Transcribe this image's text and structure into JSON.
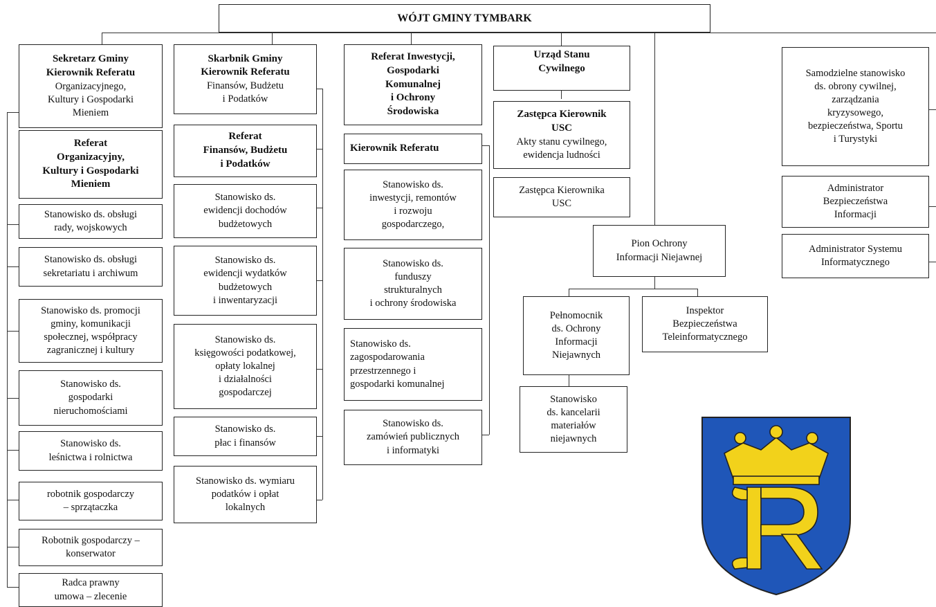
{
  "title": "WÓJT GMINY TYMBARK",
  "col1": {
    "head": {
      "l1": "Sekretarz Gminy",
      "l2": "Kierownik Referatu",
      "l3": "Organizacyjnego,",
      "l4": "Kultury i Gospodarki",
      "l5": "Mieniem"
    },
    "referat": {
      "l1": "Referat",
      "l2": "Organizacyjny,",
      "l3": "Kultury i Gospodarki",
      "l4": "Mieniem"
    },
    "items": [
      [
        "Stanowisko ds. obsługi",
        "rady, wojskowych"
      ],
      [
        "Stanowisko ds. obsługi",
        "sekretariatu i archiwum"
      ],
      [
        "Stanowisko ds. promocji",
        "gminy, komunikacji",
        "społecznej, współpracy",
        "zagranicznej i kultury"
      ],
      [
        "Stanowisko ds.",
        "gospodarki",
        "nieruchomościami"
      ],
      [
        "Stanowisko ds.",
        "leśnictwa i rolnictwa"
      ],
      [
        "robotnik gospodarczy",
        "– sprzątaczka"
      ],
      [
        "Robotnik gospodarczy –",
        "konserwator"
      ],
      [
        "Radca prawny",
        "umowa – zlecenie"
      ]
    ]
  },
  "col2": {
    "head": {
      "l1": "Skarbnik Gminy",
      "l2": "Kierownik Referatu",
      "l3": "Finansów, Budżetu",
      "l4": "i Podatków"
    },
    "referat": {
      "l1": "Referat",
      "l2": "Finansów, Budżetu",
      "l3": "i Podatków"
    },
    "items": [
      [
        "Stanowisko ds.",
        "ewidencji dochodów",
        "budżetowych"
      ],
      [
        "Stanowisko ds.",
        "ewidencji wydatków",
        "budżetowych",
        "i inwentaryzacji"
      ],
      [
        "Stanowisko ds.",
        "księgowości podatkowej,",
        "opłaty lokalnej",
        "i działalności",
        "gospodarczej"
      ],
      [
        "Stanowisko ds.",
        "płac i finansów"
      ],
      [
        "Stanowisko ds. wymiaru",
        "podatków i  opłat",
        "lokalnych"
      ]
    ]
  },
  "col3": {
    "head": {
      "l1": "Referat Inwestycji,",
      "l2": "Gospodarki",
      "l3": "Komunalnej",
      "l4": "i Ochrony",
      "l5": "Środowiska"
    },
    "kier": "Kierownik Referatu",
    "items": [
      [
        "Stanowisko ds.",
        "inwestycji, remontów",
        "i rozwoju",
        "gospodarczego,"
      ],
      [
        "Stanowisko ds.",
        "funduszy",
        "strukturalnych",
        "i ochrony środowiska"
      ],
      [
        "Stanowisko ds.",
        "zagospodarowania",
        "przestrzennego i",
        "gospodarki komunalnej"
      ],
      [
        "Stanowisko ds.",
        "zamówień publicznych",
        "i informatyki"
      ]
    ]
  },
  "col4": {
    "head": {
      "l1": "Urząd Stanu",
      "l2": "Cywilnego"
    },
    "zast1": {
      "l1": "Zastępca Kierownik",
      "l2": "USC",
      "l3": "Akty stanu cywilnego,",
      "l4": "ewidencja ludności"
    },
    "zast2": {
      "l1": "Zastępca Kierownika",
      "l2": "USC"
    }
  },
  "pion": {
    "head": {
      "l1": "Pion Ochrony",
      "l2": "Informacji Niejawnej"
    },
    "pelnomocnik": [
      "Pełnomocnik",
      "ds. Ochrony",
      "Informacji",
      "Niejawnych"
    ],
    "inspektor": [
      "Inspektor",
      "Bezpieczeństwa",
      "Teleinformatycznego"
    ],
    "kancelaria": [
      "Stanowisko",
      "ds. kancelarii",
      "materiałów",
      "niejawnych"
    ]
  },
  "right": {
    "obrona": [
      "Samodzielne stanowisko",
      "ds. obrony cywilnej,",
      "zarządzania",
      "kryzysowego,",
      "bezpieczeństwa, Sportu",
      "i Turystyki"
    ],
    "abi": [
      "Administrator",
      "Bezpieczeństwa",
      "Informacji"
    ],
    "asi": [
      "Administrator Systemu",
      "Informatycznego"
    ]
  },
  "colors": {
    "line": "#333333",
    "shield_blue": "#1f56b8",
    "shield_yellow": "#f2d21b"
  },
  "icons": {
    "crest": "coat-of-arms-tymbark"
  }
}
